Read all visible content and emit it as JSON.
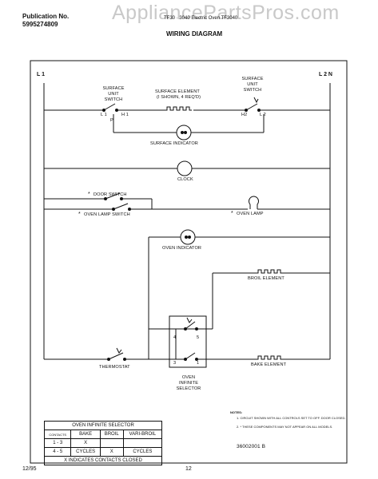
{
  "header": {
    "publication_label": "Publication No.",
    "publication_number": "5995274809",
    "model_text": "TF30 · 3040 Electric Oven TF3040",
    "watermark": "AppliancePartsPros.com",
    "section_title": "WIRING DIAGRAM"
  },
  "diagram": {
    "l1": "L 1",
    "l2n": "L 2 N",
    "surface_unit_switch_left": "SURFACE UNIT SWITCH",
    "surface_element": "SURFACE ELEMENT",
    "surface_element_note": "(I SHOWN, 4 REQ'D)",
    "surface_unit_switch_right": "SURFACE UNIT SWITCH",
    "terminal_l1": "L 1",
    "terminal_h1": "H 1",
    "terminal_p": "P",
    "terminal_h2": "H2",
    "terminal_l2": "L 2",
    "surface_indicator": "SURFACE INDICATOR",
    "clock": "CLOCK",
    "door_switch": "DOOR SWITCH",
    "oven_lamp_switch": "OVEN LAMP SWITCH",
    "oven_lamp": "OVEN LAMP",
    "oven_indicator": "OVEN INDICATOR",
    "broil_element": "BROIL ELEMENT",
    "thermostat": "THERMOSTAT",
    "bake_element": "BAKE ELEMENT",
    "selector_label": "OVEN INFINITE SELECTOR",
    "term_4": "4",
    "term_5": "5",
    "term_3": "3",
    "term_1": "1",
    "asterisk": "*"
  },
  "table": {
    "title": "OVEN INFINITE SELECTOR",
    "headers": [
      "CONTACTS",
      "BAKE",
      "BROIL",
      "VARI-BROIL"
    ],
    "rows": [
      [
        "1 - 3",
        "X",
        "",
        ""
      ],
      [
        "4 - 5",
        "CYCLES",
        "X",
        "CYCLES"
      ]
    ],
    "footer": "X INDICATES CONTACTS CLOSED"
  },
  "notes": {
    "title": "NOTES:",
    "note1": "1. CIRCUIT SHOWN WITH ALL CONTROLS SET TO OFF. DOOR CLOSED.",
    "note2": "2. * THESE COMPONENTS MAY NOT APPEAR ON ALL MODELS."
  },
  "part_number": "36002001 B",
  "footer": {
    "date": "12/95",
    "page": "12"
  }
}
